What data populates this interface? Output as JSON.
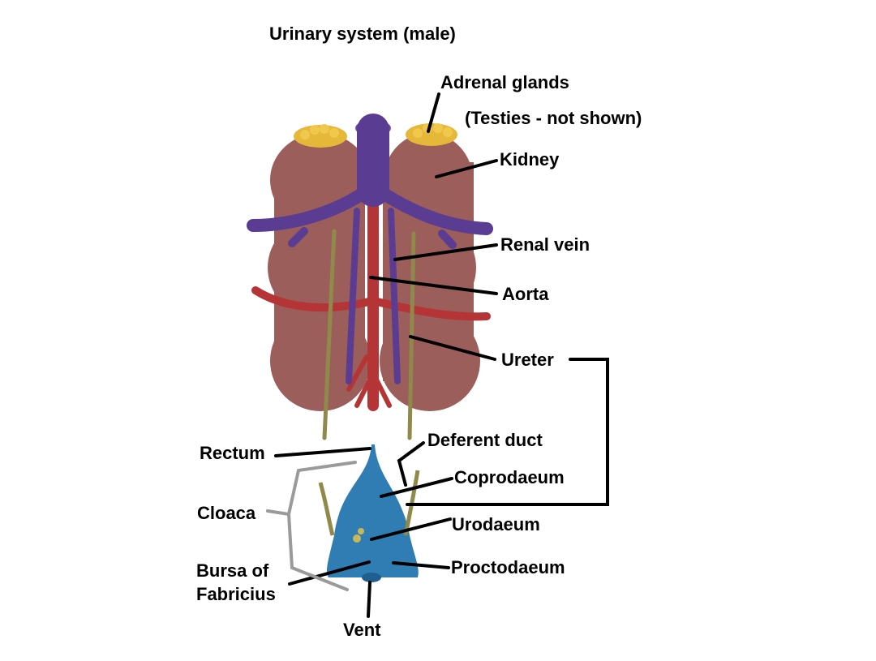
{
  "title": "Urinary system (male)",
  "labels": {
    "adrenal": "Adrenal glands",
    "testes": "(Testies - not shown)",
    "kidney": "Kidney",
    "renal_vein": "Renal vein",
    "aorta": "Aorta",
    "ureter": "Ureter",
    "deferent": "Deferent duct",
    "rectum": "Rectum",
    "coprodaeum": "Coprodaeum",
    "cloaca": "Cloaca",
    "urodaeum": "Urodaeum",
    "bursa_1": "Bursa of",
    "bursa_2": "Fabricius",
    "proctodaeum": "Proctodaeum",
    "vent": "Vent"
  },
  "colors": {
    "kidney": "#9b5e5a",
    "adrenal": "#e5b83a",
    "vein": "#5a3d92",
    "aorta": "#b53536",
    "ureter": "#8f8a4a",
    "cloaca": "#2f7db3"
  }
}
